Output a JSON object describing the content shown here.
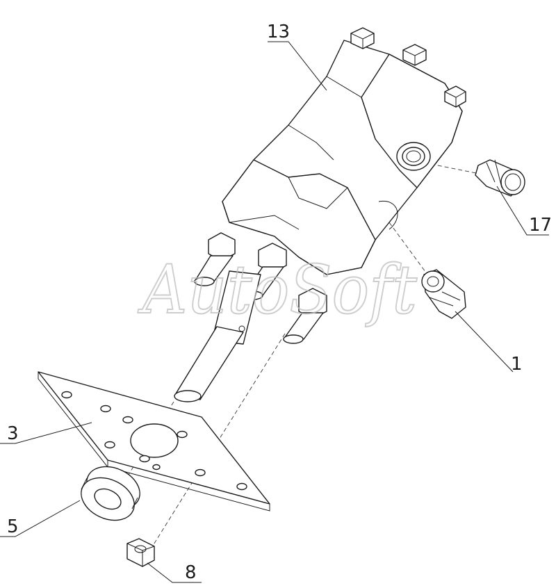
{
  "watermark": "AutoSoft",
  "callouts": {
    "p13": "13",
    "p17": "17",
    "p1": "1",
    "p3": "3",
    "p5": "5",
    "p8": "8"
  }
}
